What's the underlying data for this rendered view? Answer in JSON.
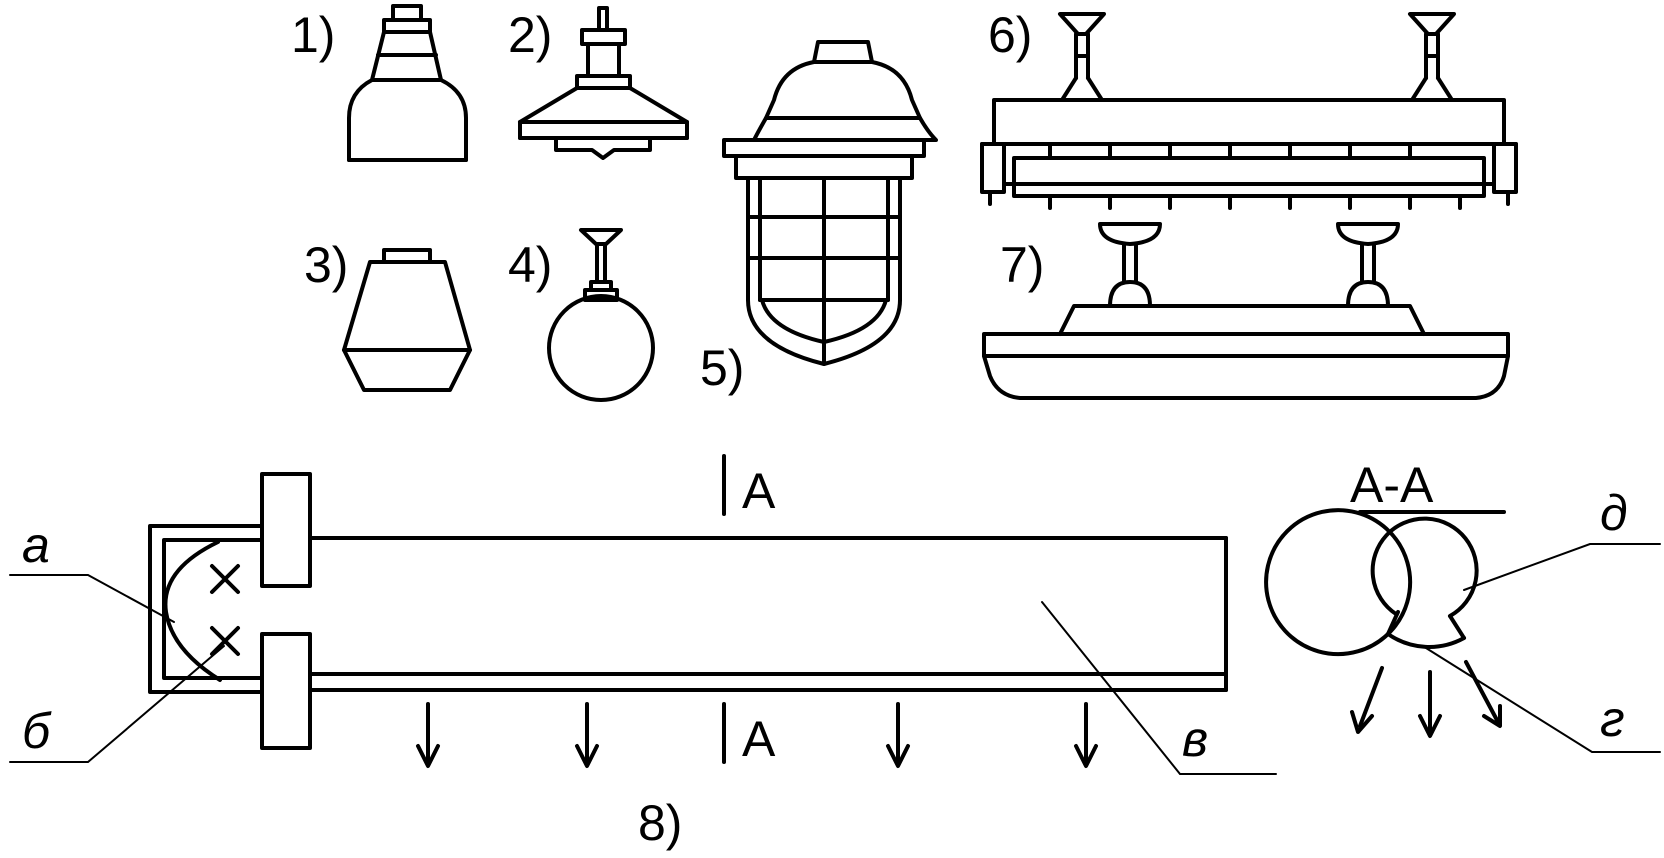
{
  "labels": {
    "n1": "1)",
    "n2": "2)",
    "n3": "3)",
    "n4": "4)",
    "n5": "5)",
    "n6": "6)",
    "n7": "7)",
    "n8": "8)",
    "section_top": "A",
    "section_bottom": "A",
    "section_title": "A-A",
    "a": "а",
    "b": "б",
    "v": "в",
    "g": "г",
    "d": "д"
  }
}
